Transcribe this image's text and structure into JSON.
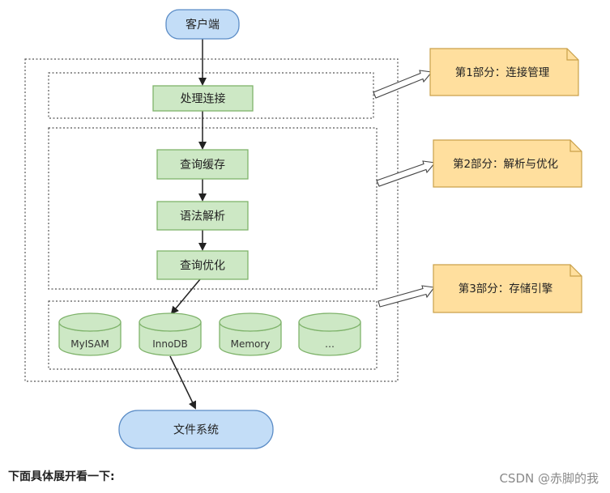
{
  "diagram": {
    "client": "客户端",
    "connection": "处理连接",
    "query_cache": "查询缓存",
    "parsing": "语法解析",
    "query_optimize": "查询优化",
    "engines": [
      "MyISAM",
      "InnoDB",
      "Memory",
      "…"
    ],
    "file_system": "文件系统",
    "notes": [
      "第1部分：连接管理",
      "第2部分：解析与优化",
      "第3部分：存储引擎"
    ],
    "colors": {
      "blue_fill": "#c3ddf7",
      "blue_stroke": "#5b8cc6",
      "green_fill": "#cde8c5",
      "green_stroke": "#7fb36b",
      "note_fill": "#ffdf9e",
      "note_stroke": "#c9a14a"
    }
  },
  "footer": {
    "text": "下面具体展开看一下:",
    "watermark": "CSDN @赤脚的我"
  }
}
